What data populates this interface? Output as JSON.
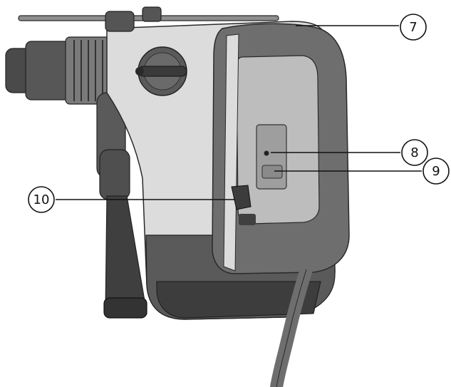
{
  "figure": {
    "callouts": [
      {
        "id": "callout-7",
        "number": "7"
      },
      {
        "id": "callout-8",
        "number": "8"
      },
      {
        "id": "callout-9",
        "number": "9"
      },
      {
        "id": "callout-10",
        "number": "10"
      }
    ],
    "colors": {
      "body_light": "#dcdcdc",
      "body_mid": "#b8b8b8",
      "body_dark": "#5a5a5a",
      "chuck_dark": "#4a4a4a",
      "cord": "#6e6e6e",
      "outline": "#2a2a2a"
    }
  }
}
